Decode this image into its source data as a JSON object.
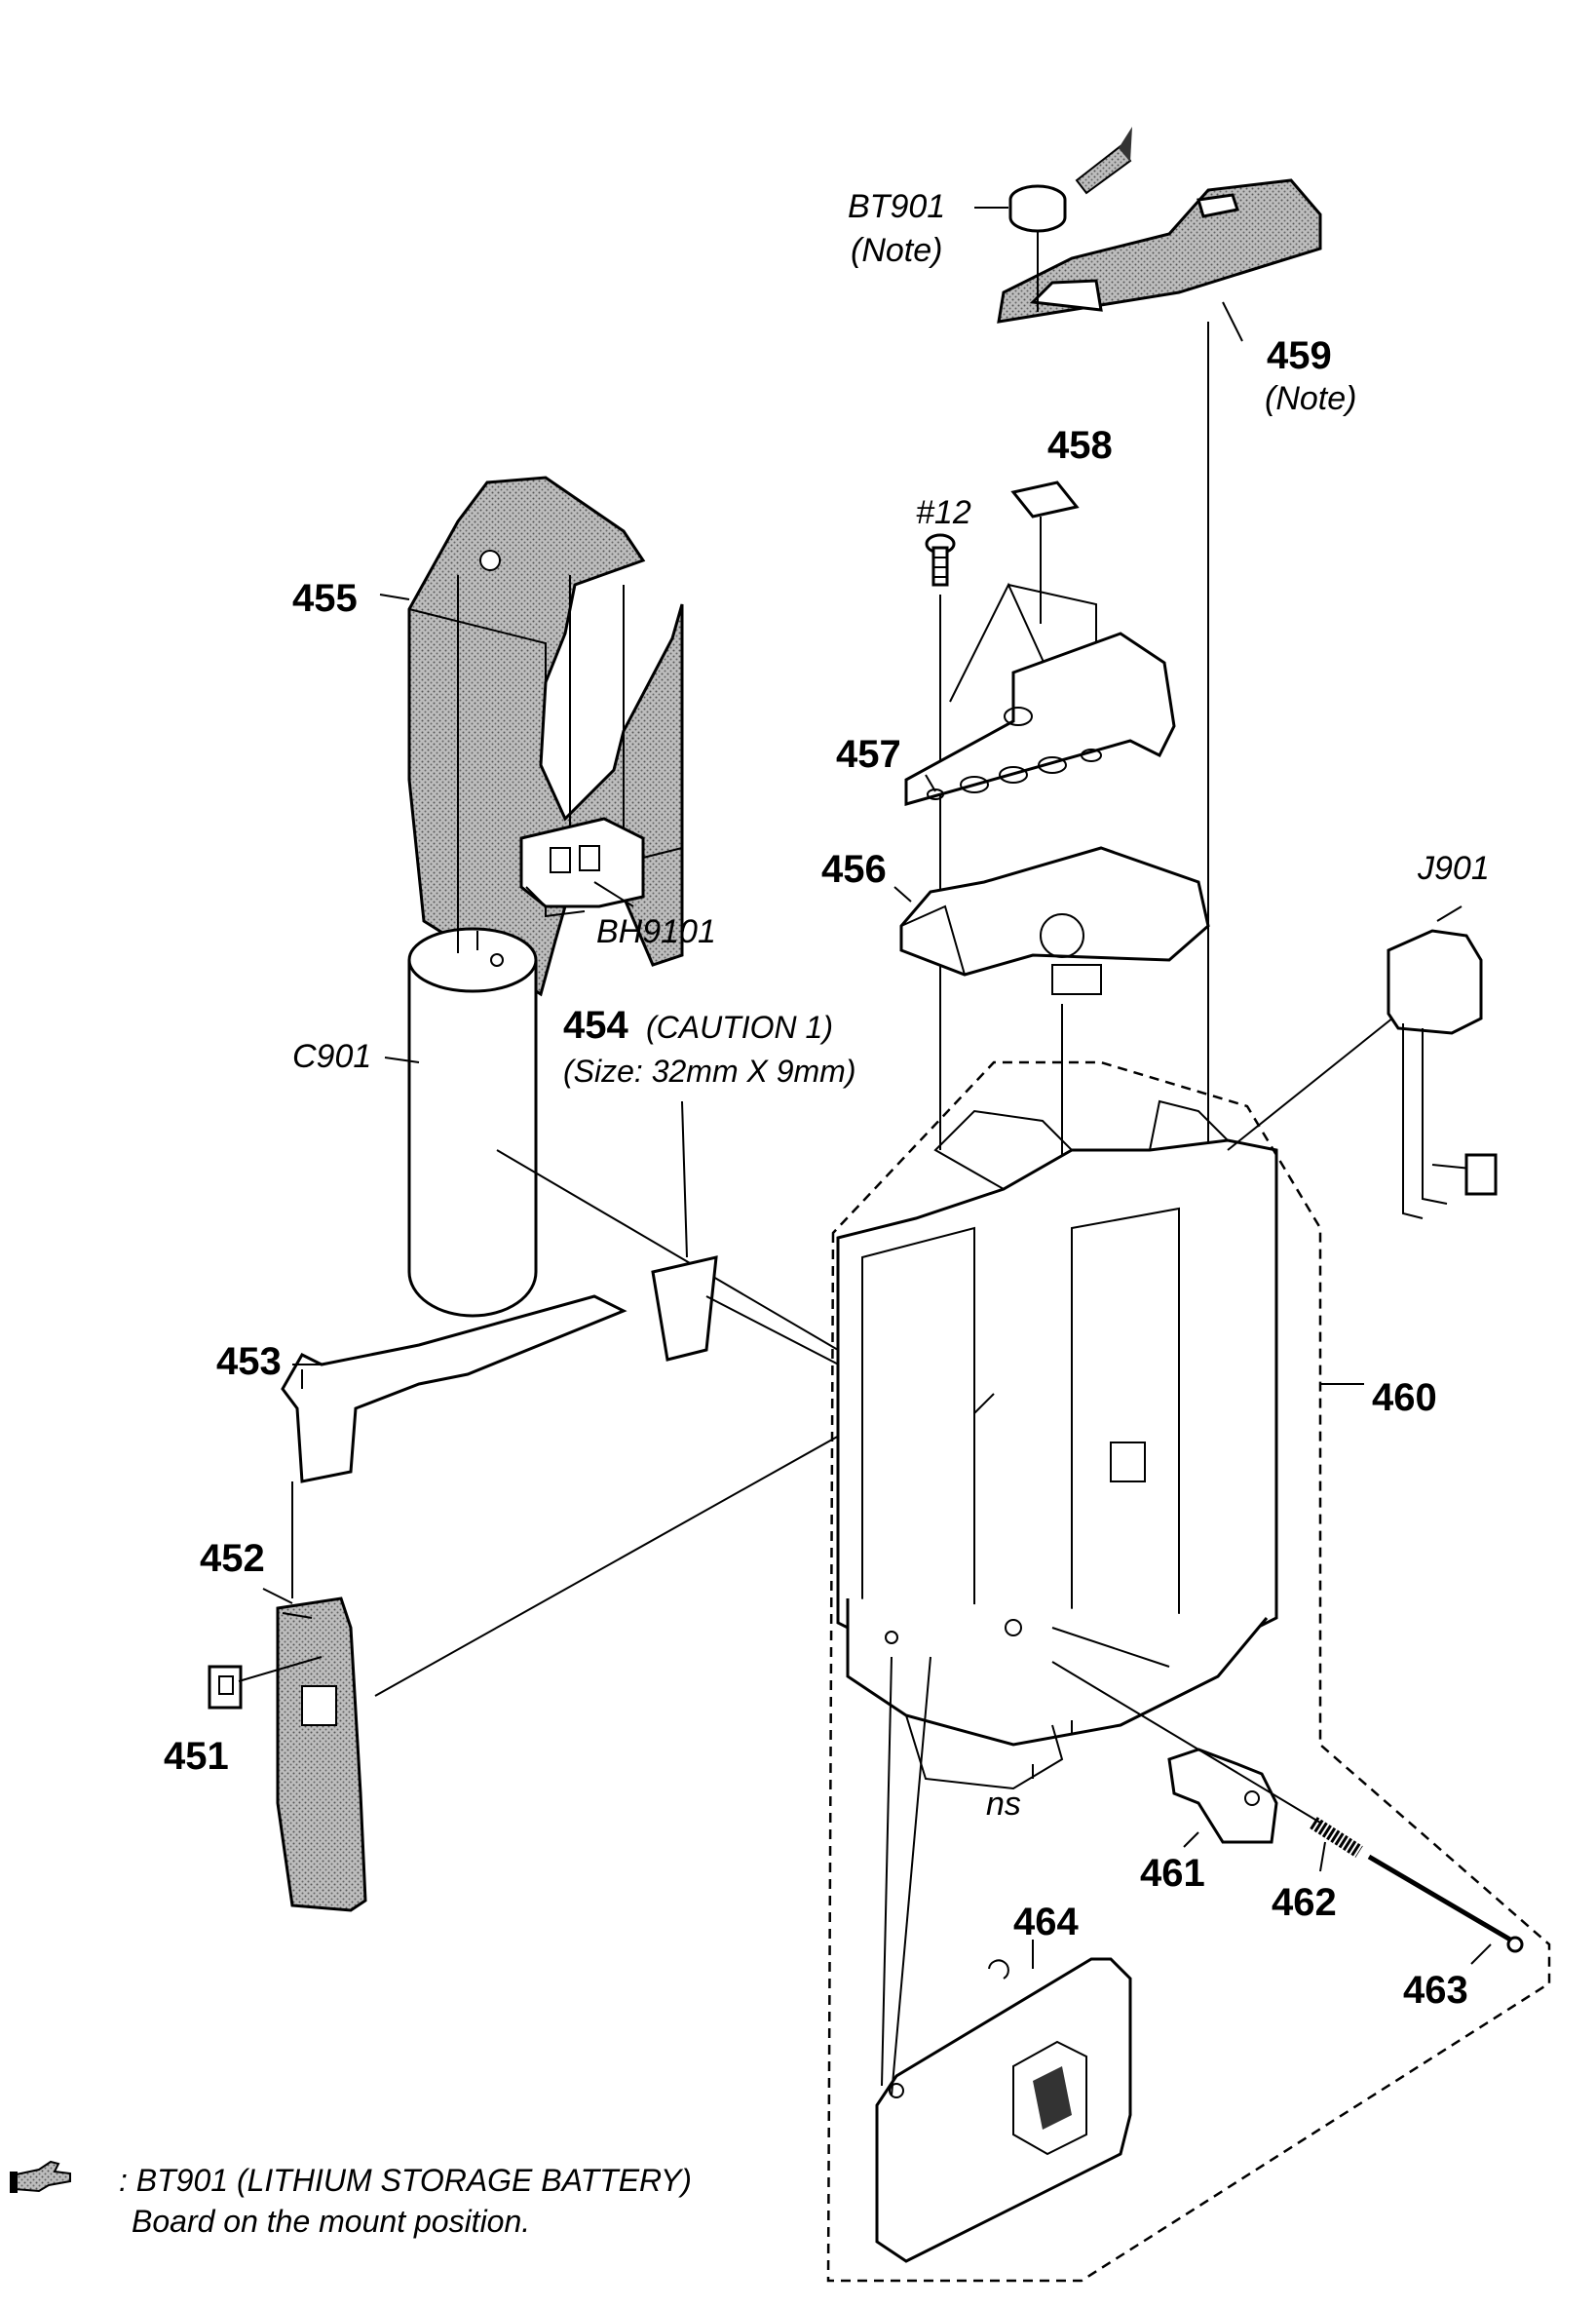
{
  "labels": {
    "bt901": "BT901",
    "bt901_note": "(Note)",
    "p459": "459",
    "p459_note": "(Note)",
    "p458": "458",
    "screw12": "#12",
    "p455": "455",
    "p457": "457",
    "p456": "456",
    "bh9101": "BH9101",
    "j901": "J901",
    "c901": "C901",
    "p454": "454",
    "p454_caution": "(CAUTION 1)",
    "p454_size": "(Size: 32mm X 9mm)",
    "p453": "453",
    "p460": "460",
    "p452": "452",
    "p451": "451",
    "ns": "ns",
    "p461": "461",
    "p462": "462",
    "p463": "463",
    "p464": "464"
  },
  "footnote": {
    "line1": ": BT901 (LITHIUM STORAGE BATTERY)",
    "line2": "Board on the mount position."
  },
  "icons": {
    "pointer": "pointing-hand-icon"
  }
}
